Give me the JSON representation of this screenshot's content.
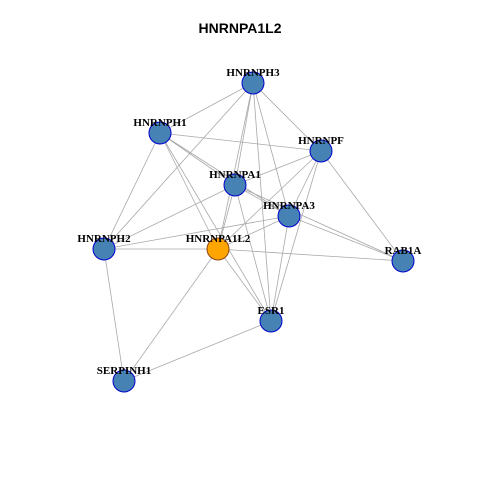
{
  "title": "HNRNPA1L2",
  "colors": {
    "node_fill": "#4682b4",
    "node_stroke": "#0000cd",
    "focus_fill": "#ffa500",
    "focus_stroke": "#8b4513",
    "edge": "#a9a9a9"
  },
  "nodes": [
    {
      "id": "HNRNPH3",
      "label": "HNRNPH3",
      "focus": false
    },
    {
      "id": "HNRNPH1",
      "label": "HNRNPH1",
      "focus": false
    },
    {
      "id": "HNRNPF",
      "label": "HNRNPF",
      "focus": false
    },
    {
      "id": "HNRNPA1",
      "label": "HNRNPA1",
      "focus": false
    },
    {
      "id": "HNRNPA3",
      "label": "HNRNPA3",
      "focus": false
    },
    {
      "id": "HNRNPH2",
      "label": "HNRNPH2",
      "focus": false
    },
    {
      "id": "HNRNPA1L2",
      "label": "HNRNPA1L2",
      "focus": true
    },
    {
      "id": "RAB1A",
      "label": "RAB1A",
      "focus": false
    },
    {
      "id": "ESR1",
      "label": "ESR1",
      "focus": false
    },
    {
      "id": "SERPINH1",
      "label": "SERPINH1",
      "focus": false
    }
  ],
  "edges": [
    [
      "HNRNPH3",
      "HNRNPH1"
    ],
    [
      "HNRNPH3",
      "HNRNPF"
    ],
    [
      "HNRNPH3",
      "HNRNPA1"
    ],
    [
      "HNRNPH3",
      "HNRNPA3"
    ],
    [
      "HNRNPH3",
      "HNRNPA1L2"
    ],
    [
      "HNRNPH3",
      "ESR1"
    ],
    [
      "HNRNPH3",
      "HNRNPH2"
    ],
    [
      "HNRNPH1",
      "HNRNPF"
    ],
    [
      "HNRNPH1",
      "HNRNPA1"
    ],
    [
      "HNRNPH1",
      "HNRNPA3"
    ],
    [
      "HNRNPH1",
      "HNRNPH2"
    ],
    [
      "HNRNPH1",
      "HNRNPA1L2"
    ],
    [
      "HNRNPH1",
      "ESR1"
    ],
    [
      "HNRNPF",
      "HNRNPA1"
    ],
    [
      "HNRNPF",
      "HNRNPA3"
    ],
    [
      "HNRNPF",
      "HNRNPA1L2"
    ],
    [
      "HNRNPF",
      "ESR1"
    ],
    [
      "HNRNPF",
      "RAB1A"
    ],
    [
      "HNRNPA1",
      "HNRNPA3"
    ],
    [
      "HNRNPA1",
      "HNRNPH2"
    ],
    [
      "HNRNPA1",
      "HNRNPA1L2"
    ],
    [
      "HNRNPA1",
      "ESR1"
    ],
    [
      "HNRNPA1",
      "RAB1A"
    ],
    [
      "HNRNPA3",
      "HNRNPH2"
    ],
    [
      "HNRNPA3",
      "HNRNPA1L2"
    ],
    [
      "HNRNPA3",
      "ESR1"
    ],
    [
      "HNRNPA3",
      "RAB1A"
    ],
    [
      "HNRNPH2",
      "HNRNPA1L2"
    ],
    [
      "HNRNPH2",
      "SERPINH1"
    ],
    [
      "HNRNPA1L2",
      "RAB1A"
    ],
    [
      "HNRNPA1L2",
      "ESR1"
    ],
    [
      "HNRNPA1L2",
      "SERPINH1"
    ],
    [
      "ESR1",
      "SERPINH1"
    ]
  ]
}
